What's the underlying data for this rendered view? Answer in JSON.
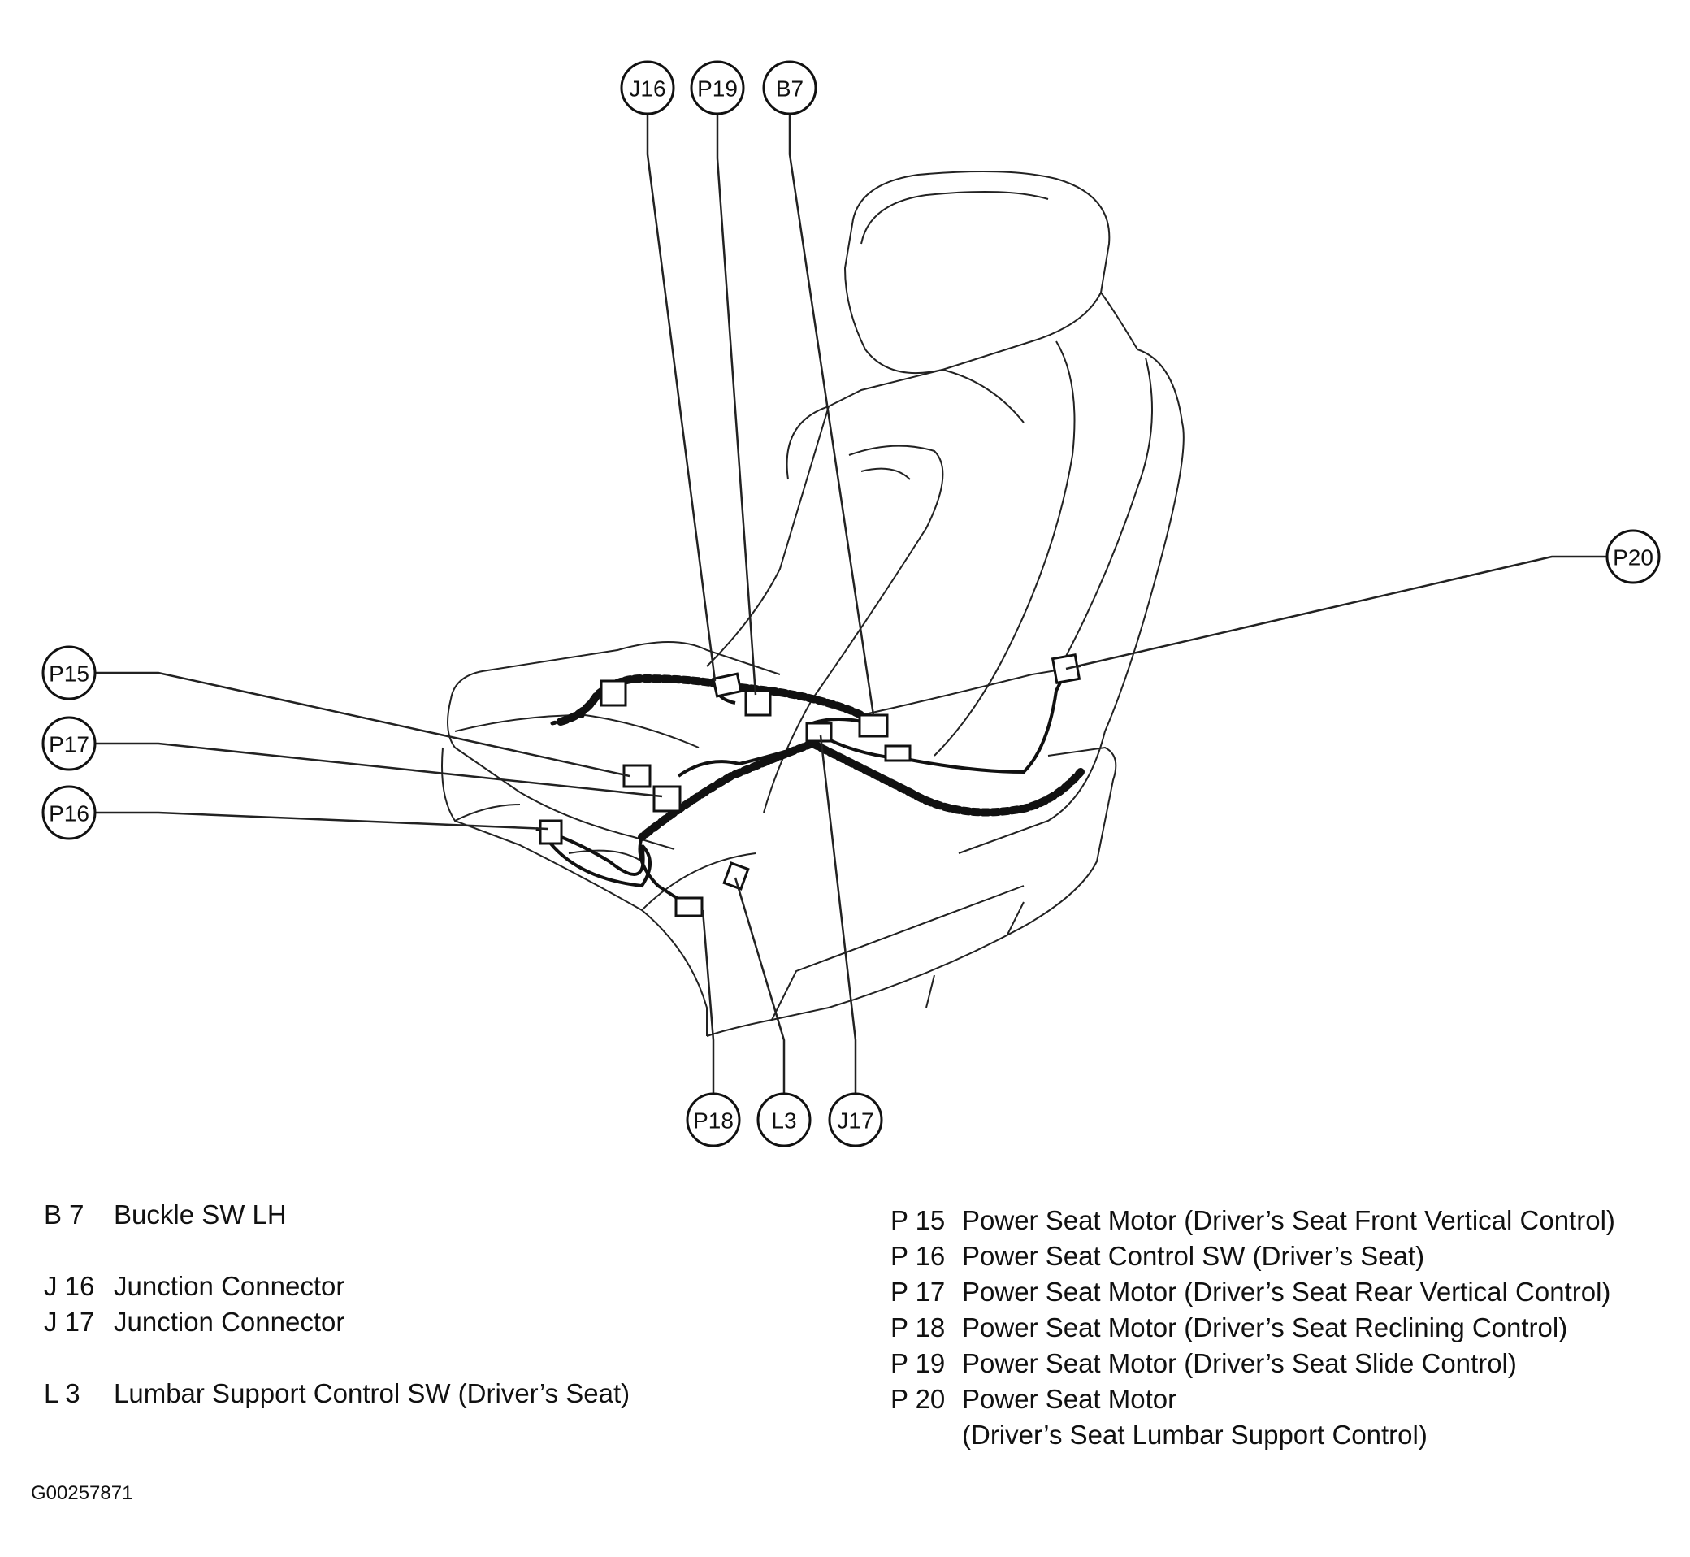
{
  "callouts": {
    "J16": "J16",
    "P19": "P19",
    "B7": "B7",
    "P20": "P20",
    "P15": "P15",
    "P17": "P17",
    "P16": "P16",
    "P18": "P18",
    "L3": "L3",
    "J17": "J17"
  },
  "legend_left": [
    {
      "code": "B  7",
      "desc": "Buckle SW LH"
    },
    {
      "code": "J 16",
      "desc": "Junction Connector"
    },
    {
      "code": "J 17",
      "desc": "Junction Connector"
    },
    {
      "code": "L  3",
      "desc": "Lumbar Support Control SW (Driver’s Seat)"
    }
  ],
  "legend_right": [
    {
      "code": "P 15",
      "desc": "Power Seat Motor (Driver’s Seat Front Vertical Control)"
    },
    {
      "code": "P 16",
      "desc": "Power Seat Control SW (Driver’s Seat)"
    },
    {
      "code": "P 17",
      "desc": "Power Seat Motor (Driver’s Seat Rear Vertical Control)"
    },
    {
      "code": "P 18",
      "desc": "Power Seat Motor (Driver’s Seat Reclining Control)"
    },
    {
      "code": "P 19",
      "desc": "Power Seat Motor (Driver’s Seat Slide Control)"
    },
    {
      "code": "P 20",
      "desc": "Power Seat Motor"
    },
    {
      "code": "",
      "desc": "(Driver’s Seat Lumbar Support Control)"
    }
  ],
  "figure_id": "G00257871"
}
